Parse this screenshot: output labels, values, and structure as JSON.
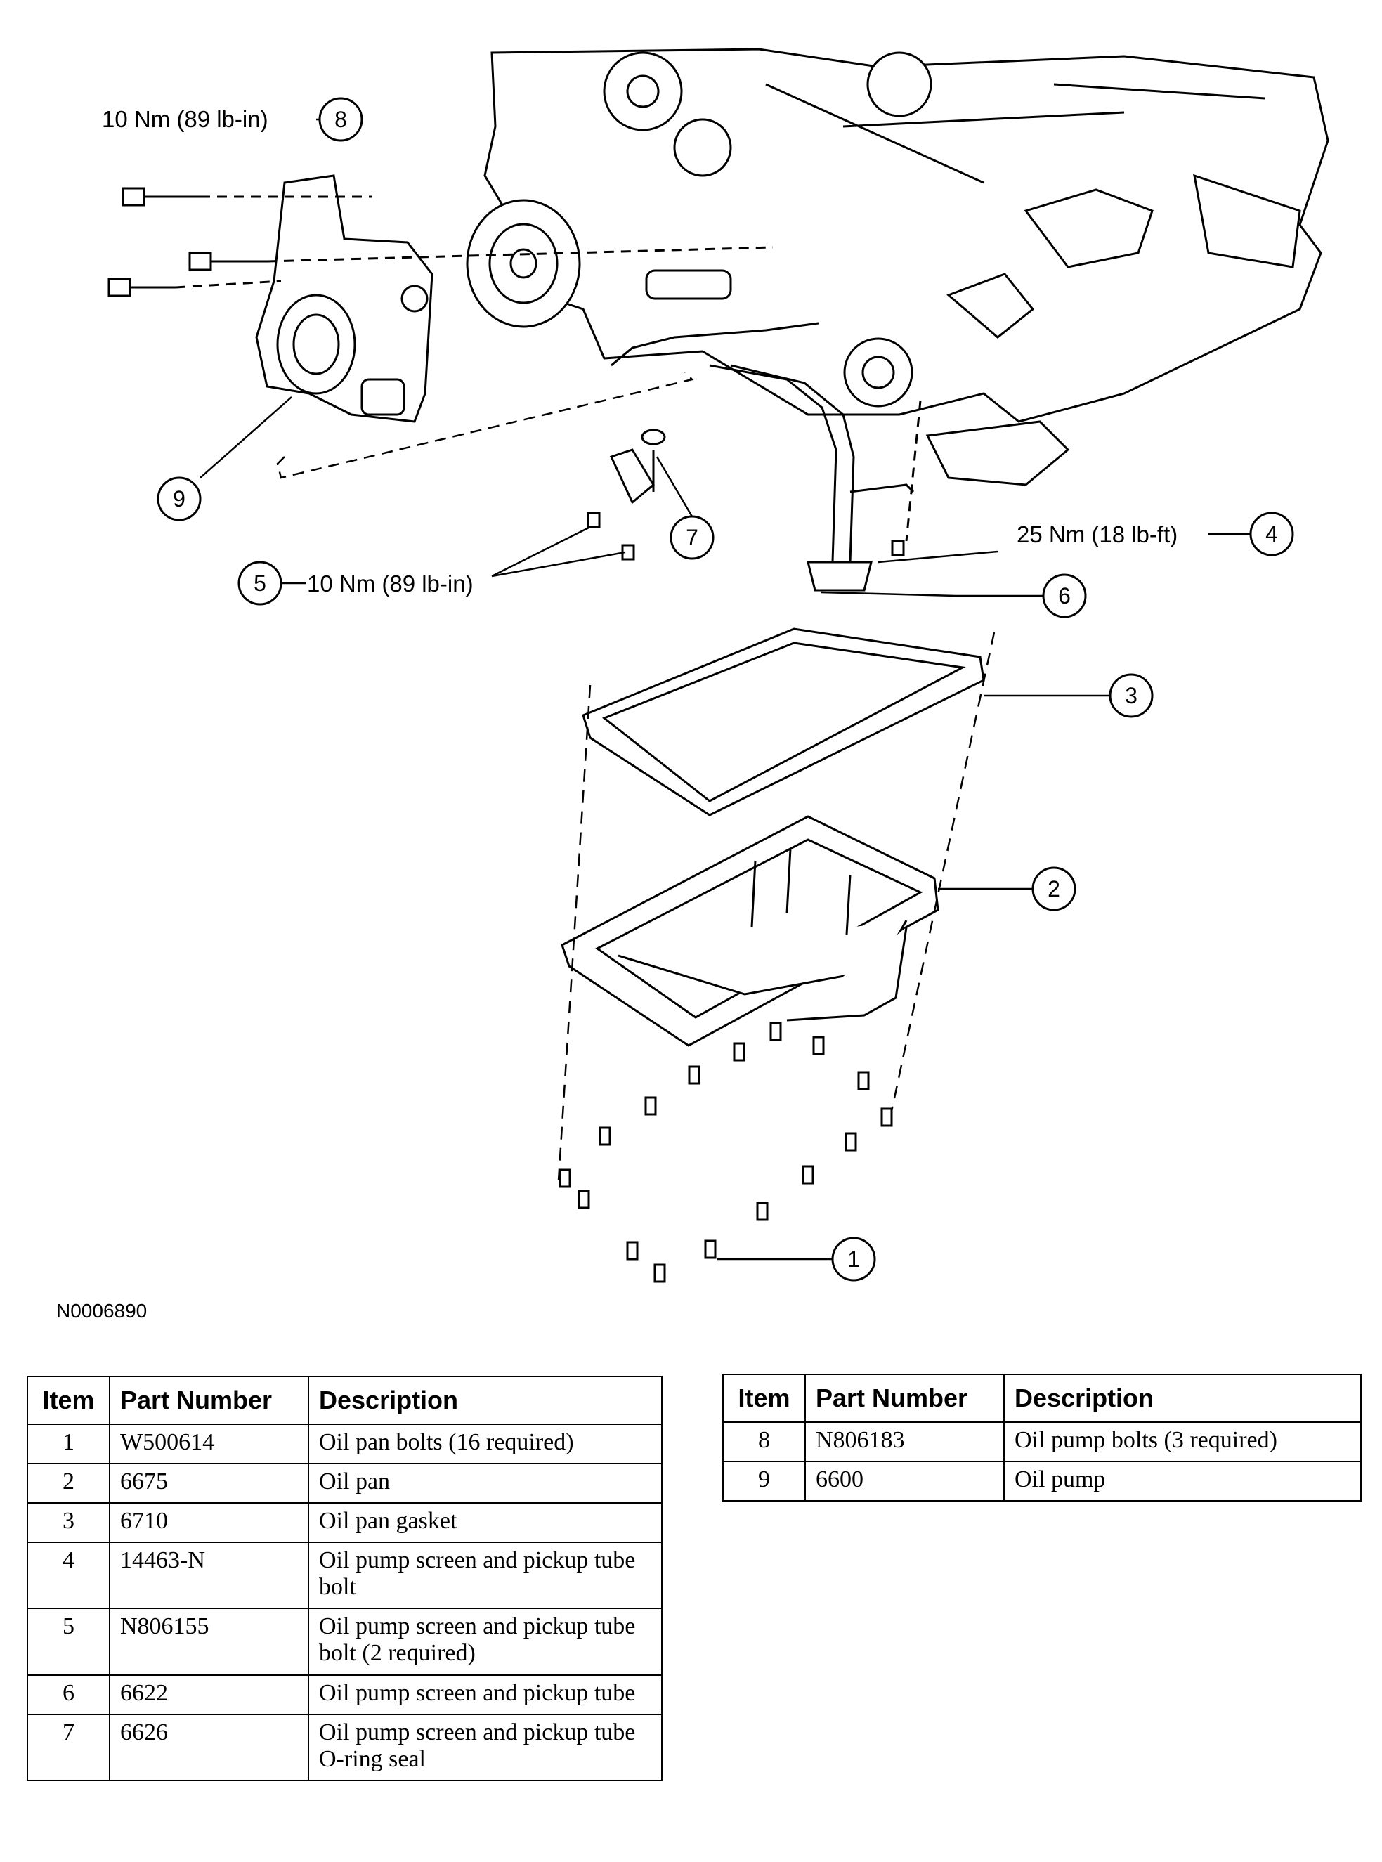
{
  "figure_id": "N0006890",
  "callouts": [
    {
      "num": "1"
    },
    {
      "num": "2"
    },
    {
      "num": "3"
    },
    {
      "num": "4",
      "torque": "25 Nm (18 lb-ft)"
    },
    {
      "num": "5",
      "torque": "10 Nm (89 lb-in)"
    },
    {
      "num": "6"
    },
    {
      "num": "7"
    },
    {
      "num": "8",
      "torque": "10 Nm (89 lb-in)"
    },
    {
      "num": "9"
    }
  ],
  "table": {
    "headers": {
      "item": "Item",
      "part_number": "Part Number",
      "description": "Description"
    },
    "rows_left": [
      {
        "item": "1",
        "part": "W500614",
        "desc": "Oil pan bolts (16 required)"
      },
      {
        "item": "2",
        "part": "6675",
        "desc": "Oil pan"
      },
      {
        "item": "3",
        "part": "6710",
        "desc": "Oil pan gasket"
      },
      {
        "item": "4",
        "part": "14463-N",
        "desc": "Oil pump screen and pickup tube bolt"
      },
      {
        "item": "5",
        "part": "N806155",
        "desc": "Oil pump screen and pickup tube bolt (2 required)"
      },
      {
        "item": "6",
        "part": "6622",
        "desc": "Oil pump screen and pickup tube"
      },
      {
        "item": "7",
        "part": "6626",
        "desc": "Oil pump screen and pickup tube O-ring seal"
      }
    ],
    "rows_right": [
      {
        "item": "8",
        "part": "N806183",
        "desc": "Oil pump bolts (3 required)"
      },
      {
        "item": "9",
        "part": "6600",
        "desc": "Oil pump"
      }
    ]
  }
}
